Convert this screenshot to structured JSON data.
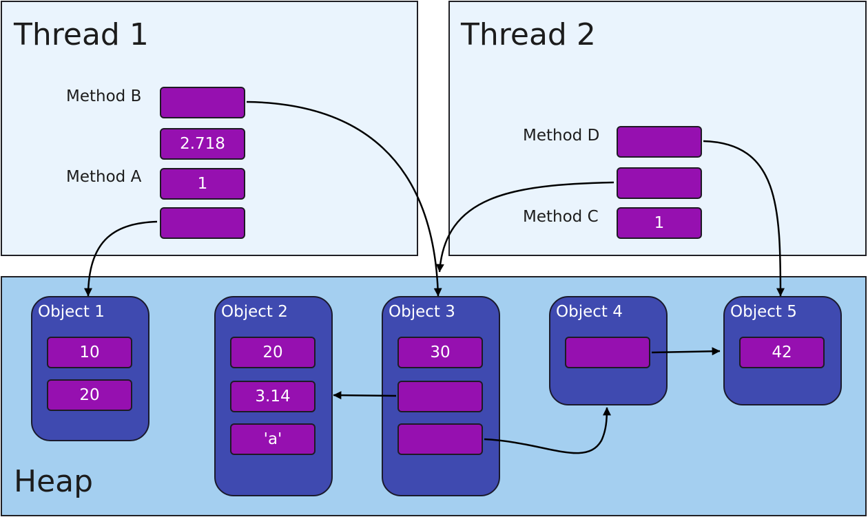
{
  "threads": [
    {
      "title": "Thread 1",
      "method_labels": [
        "Method B",
        "Method A"
      ],
      "slots": [
        "",
        "2.718",
        "1",
        ""
      ]
    },
    {
      "title": "Thread 2",
      "method_labels": [
        "Method D",
        "Method C"
      ],
      "slots": [
        "",
        "",
        "1"
      ]
    }
  ],
  "heap": {
    "title": "Heap",
    "objects": [
      {
        "title": "Object 1",
        "fields": [
          "10",
          "20"
        ]
      },
      {
        "title": "Object 2",
        "fields": [
          "20",
          "3.14",
          "'a'"
        ]
      },
      {
        "title": "Object 3",
        "fields": [
          "30",
          "",
          ""
        ]
      },
      {
        "title": "Object 4",
        "fields": [
          ""
        ]
      },
      {
        "title": "Object 5",
        "fields": [
          "42"
        ]
      }
    ]
  },
  "references": [
    {
      "from": "Thread 1 / Method B reference slot",
      "to": "Object 3"
    },
    {
      "from": "Thread 1 / Method A reference slot",
      "to": "Object 1"
    },
    {
      "from": "Thread 2 / Method D reference slot",
      "to": "Object 5"
    },
    {
      "from": "Thread 2 / Method C reference slot",
      "to": "Object 3"
    },
    {
      "from": "Object 3 / field 2",
      "to": "Object 2"
    },
    {
      "from": "Object 3 / field 3",
      "to": "Object 4"
    },
    {
      "from": "Object 4 / field 1",
      "to": "Object 5"
    }
  ],
  "colors": {
    "thread_bg": "#eaf4fd",
    "heap_bg": "#a4cff0",
    "object_bg": "#3f4ab0",
    "slot_bg": "#9610b0",
    "arrow": "#000000"
  }
}
